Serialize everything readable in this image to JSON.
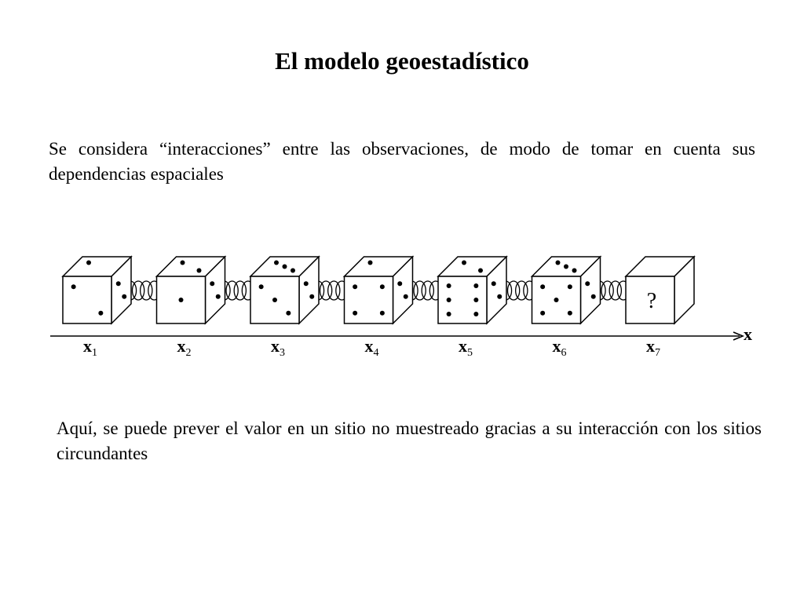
{
  "title": "El modelo geoestadístico",
  "paragraph1": "Se considera “interacciones” entre las observaciones, de modo de tomar en cuenta sus dependencias espaciales",
  "paragraph2": "Aquí, se puede prever el valor en un sitio no muestreado gracias a su interacción con los sitios circundantes",
  "diagram": {
    "axis_label": "x",
    "unknown_mark": "?",
    "dice": [
      {
        "label": "x",
        "sub": "1",
        "front": 2
      },
      {
        "label": "x",
        "sub": "2",
        "front": 1
      },
      {
        "label": "x",
        "sub": "3",
        "front": 3
      },
      {
        "label": "x",
        "sub": "4",
        "front": 4
      },
      {
        "label": "x",
        "sub": "5",
        "front": 6
      },
      {
        "label": "x",
        "sub": "6",
        "front": 5
      },
      {
        "label": "x",
        "sub": "7",
        "front": 0
      }
    ],
    "colors": {
      "stroke": "#000000",
      "fill": "#ffffff"
    }
  }
}
